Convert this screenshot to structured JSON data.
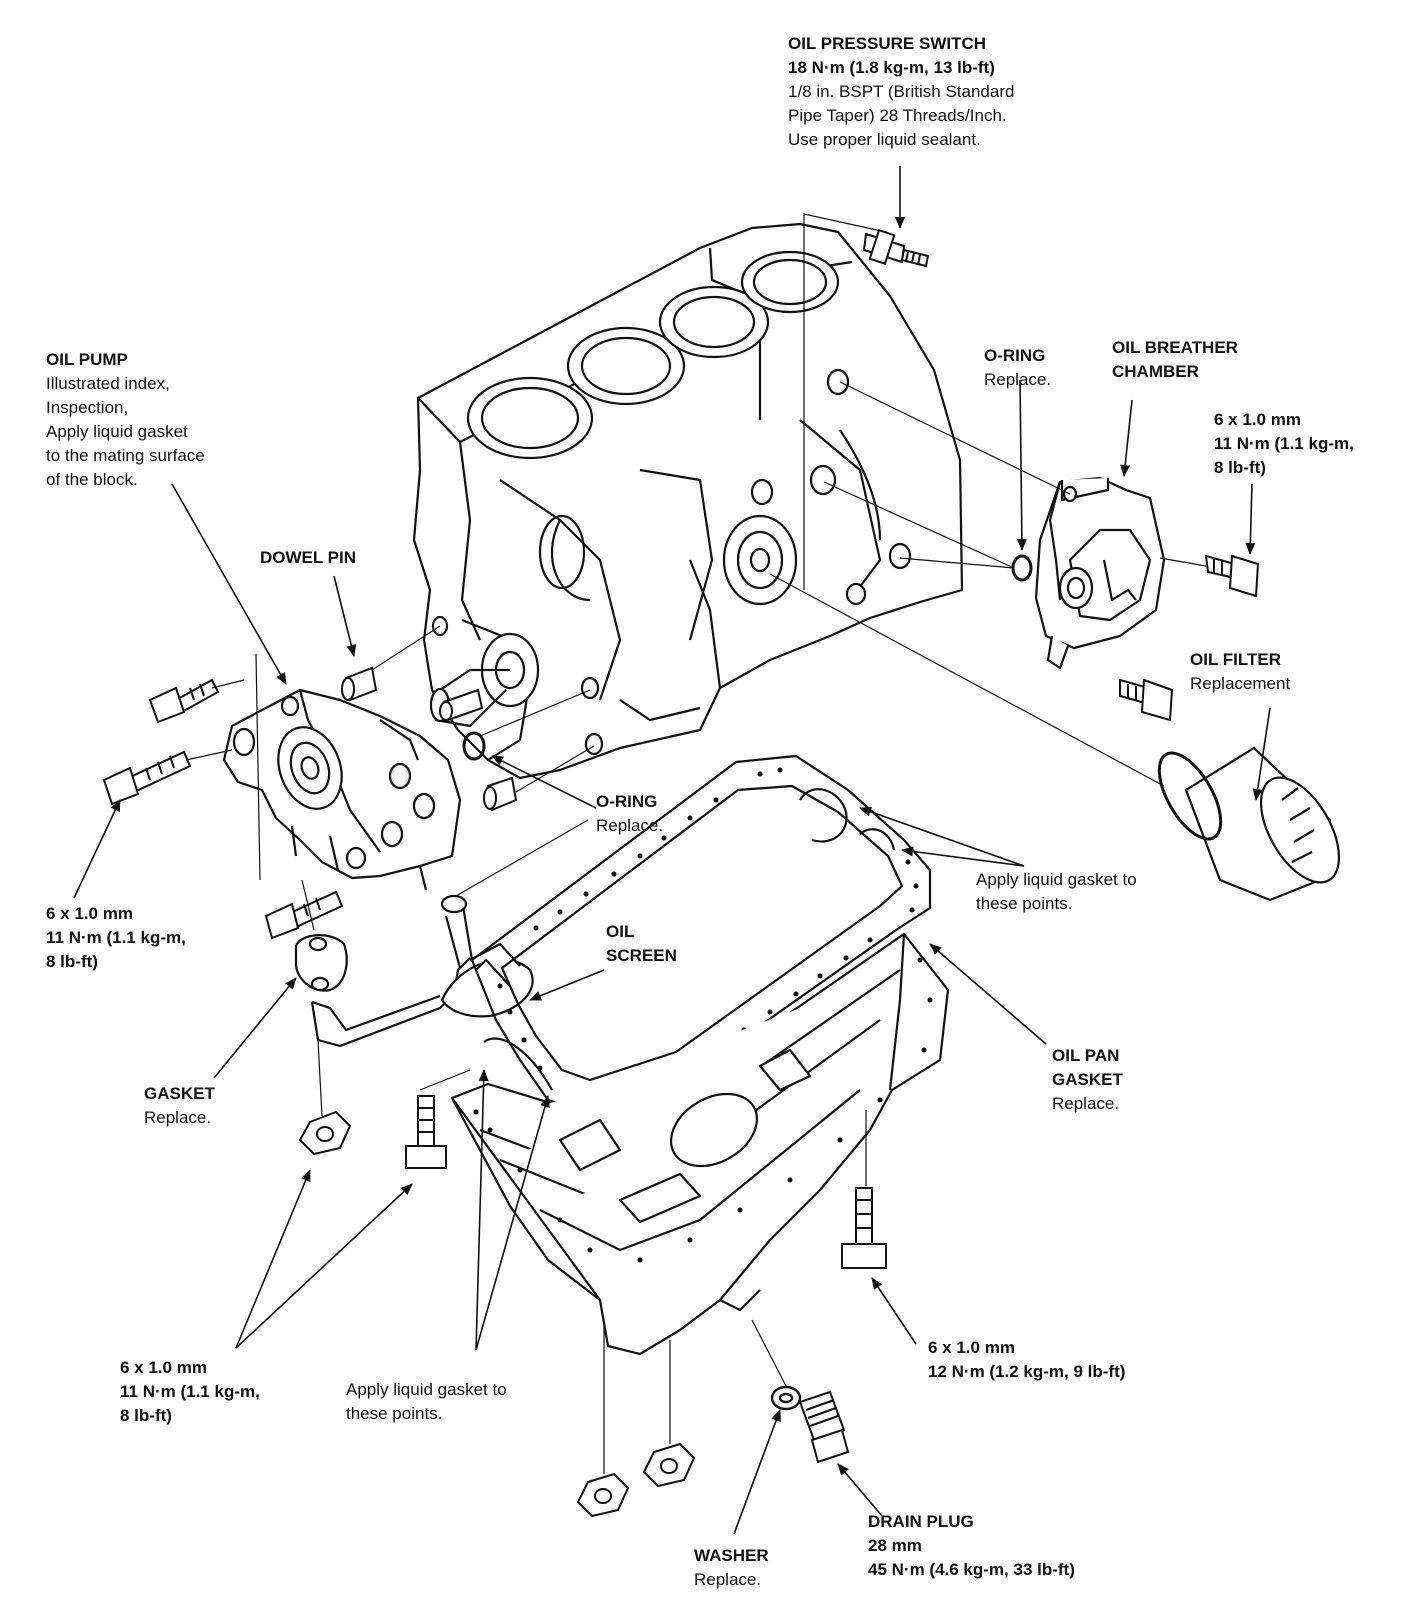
{
  "colors": {
    "ink": "#111111",
    "paper": "#ffffff"
  },
  "labels": {
    "oil_pressure_switch": [
      "OIL PRESSURE SWITCH",
      "18 N·m (1.8 kg-m, 13 lb-ft)",
      "1/8 in. BSPT (British Standard",
      "Pipe Taper) 28 Threads/Inch.",
      "Use proper liquid sealant."
    ],
    "oil_pump": [
      "OIL PUMP",
      "Illustrated index,",
      "Inspection,",
      "Apply liquid gasket",
      "to the mating surface",
      "of the block."
    ],
    "o_ring_top": [
      "O-RING",
      "Replace."
    ],
    "oil_breather_chamber": [
      "OIL BREATHER",
      "CHAMBER"
    ],
    "bolt_breather": [
      "6 x 1.0 mm",
      "11 N·m (1.1 kg-m,",
      "8 lb-ft)"
    ],
    "dowel_pin": [
      "DOWEL PIN"
    ],
    "oil_filter": [
      "OIL FILTER",
      "Replacement"
    ],
    "o_ring_pump": [
      "O-RING",
      "Replace."
    ],
    "gasket_points_top": [
      "Apply liquid gasket to",
      "these points."
    ],
    "bolt_pump": [
      "6 x 1.0 mm",
      "11 N·m (1.1 kg-m,",
      "8 lb-ft)"
    ],
    "oil_screen": [
      "OIL",
      "SCREEN"
    ],
    "oil_pan_gasket": [
      "OIL PAN",
      "GASKET",
      "Replace."
    ],
    "gasket": [
      "GASKET",
      "Replace."
    ],
    "bolt_pan_left": [
      "6 x 1.0 mm",
      "11 N·m (1.1 kg-m,",
      "8 lb-ft)"
    ],
    "gasket_points_bottom": [
      "Apply liquid gasket to",
      "these points."
    ],
    "bolt_pan_right": [
      "6 x 1.0 mm",
      "12 N·m (1.2 kg-m, 9 lb-ft)"
    ],
    "drain_plug": [
      "DRAIN PLUG",
      "28 mm",
      "45 N·m (4.6 kg-m, 33 lb-ft)"
    ],
    "washer": [
      "WASHER",
      "Replace."
    ]
  }
}
